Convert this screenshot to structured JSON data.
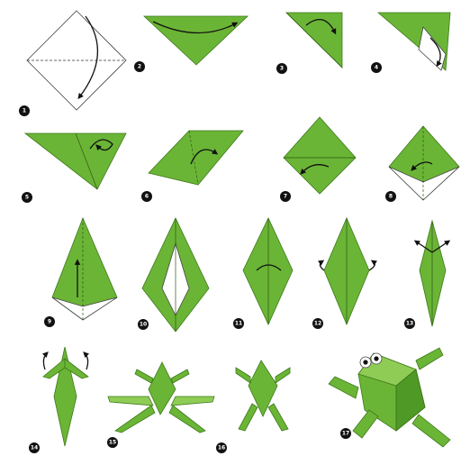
{
  "steps": [
    {
      "n": "1"
    },
    {
      "n": "2"
    },
    {
      "n": "3"
    },
    {
      "n": "4"
    },
    {
      "n": "5"
    },
    {
      "n": "6"
    },
    {
      "n": "7"
    },
    {
      "n": "8"
    },
    {
      "n": "9"
    },
    {
      "n": "10"
    },
    {
      "n": "11"
    },
    {
      "n": "12"
    },
    {
      "n": "13"
    },
    {
      "n": "14"
    },
    {
      "n": "15"
    },
    {
      "n": "16"
    },
    {
      "n": "17"
    }
  ],
  "colors": {
    "paper_green": "#6bb536",
    "paper_white": "#ffffff",
    "badge": "#111111"
  },
  "icons": {
    "step_badge": "black-circle",
    "fold_arrow": "curved-arrow"
  }
}
